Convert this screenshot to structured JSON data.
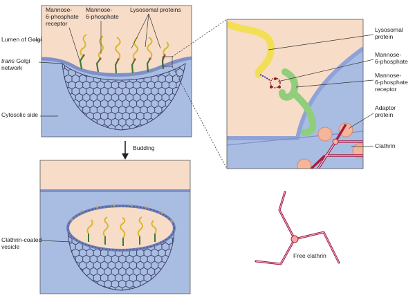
{
  "panel_top": {
    "labels": {
      "m6p_receptor": [
        "Mannose-",
        "6-phosphate",
        "receptor"
      ],
      "m6p": [
        "Mannose-",
        "6-phosphate"
      ],
      "lysosomal_proteins": "Lysosomal proteins",
      "lumen": "Lumen of Golgi",
      "trans_prefix": "trans",
      "trans_suffix": " Golgi",
      "network": "network",
      "cytosolic": "Cytosolic side"
    }
  },
  "arrow_label": "Budding",
  "panel_zoom": {
    "labels": {
      "lysosomal_protein": [
        "Lysosomal",
        "protein"
      ],
      "m6p": [
        "Mannose-",
        "6-phosphate"
      ],
      "m6p_receptor": [
        "Mannose-",
        "6-phosphate",
        "receptor"
      ],
      "adaptor": [
        "Adaptor",
        "protein"
      ],
      "clathrin": "Clathrin"
    }
  },
  "panel_bottom": {
    "labels": {
      "vesicle": [
        "Clathrin-coated",
        "vesicle"
      ]
    }
  },
  "free_clathrin": {
    "label": "Free clathrin"
  },
  "colors": {
    "lumen": "#f7dcc8",
    "cytosol": "#a9bde3",
    "membrane": "#8fa3d8",
    "lysosomal_protein": "#f2df55",
    "receptor": "#8fce7a",
    "clathrin": "#a31d45",
    "adaptor": "#f4b59a"
  }
}
